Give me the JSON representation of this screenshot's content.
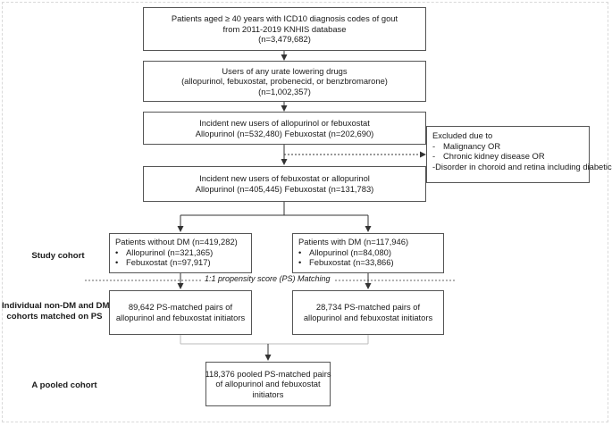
{
  "boxes": {
    "b1": [
      "Patients aged ≥ 40 years with ICD10 diagnosis codes of gout",
      "from 2011-2019 KNHIS database",
      "(n=3,479,682)"
    ],
    "b2": [
      "Users of any urate lowering drugs",
      "(allopurinol, febuxostat, probenecid, or benzbromarone)",
      "(n=1,002,357)"
    ],
    "b3": [
      "Incident new users of allopurinol or febuxostat",
      "Allopurinol (n=532,480)  Febuxostat (n=202,690)"
    ],
    "b4": [
      "Incident new users of febuxostat or allopurinol",
      "Allopurinol (n=405,445) Febuxostat (n=131,783)"
    ],
    "excluded": {
      "title": "Excluded due to",
      "items": [
        "Malignancy OR",
        "Chronic kidney disease OR",
        "Disorder in  choroid and retina including diabetic retinopathy"
      ],
      "markers": [
        "-",
        "-",
        "-"
      ]
    },
    "without_dm": {
      "title": "Patients without DM (n=419,282)",
      "items": [
        "Allopurinol (n=321,365)",
        "Febuxostat (n=97,917)"
      ]
    },
    "with_dm": {
      "title": "Patients with DM (n=117,946)",
      "items": [
        "Allopurinol (n=84,080)",
        "Febuxostat (n=33,866)"
      ]
    },
    "matched_non_dm": [
      "89,642 PS-matched pairs of",
      "allopurinol and febuxostat initiators"
    ],
    "matched_dm": [
      "28,734 PS-matched pairs of",
      "allopurinol and febuxostat initiators"
    ],
    "pooled": [
      "118,376 pooled PS-matched pairs",
      "of allopurinol and febuxostat",
      "initiators"
    ]
  },
  "bullet_char": "•",
  "labels": {
    "study_cohort": "Study cohort",
    "individual": [
      "Individual non-DM and DM",
      "cohorts matched on PS"
    ],
    "pooled_cohort": "A pooled cohort",
    "ps_matching": "1:1 propensity score (PS) Matching"
  },
  "colors": {
    "box_border": "#555555",
    "arrow": "#333333",
    "dotted_line": "#666666",
    "light_connector": "#bbbbbb"
  }
}
